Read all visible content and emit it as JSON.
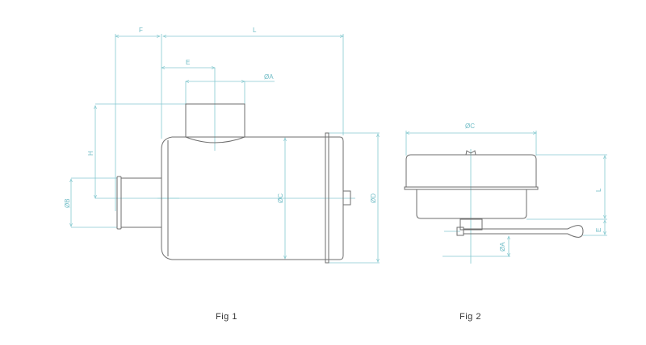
{
  "colors": {
    "dimension": "#86c9d0",
    "outline": "#6e6e6e"
  },
  "fig1": {
    "caption": "Fig 1",
    "labels": {
      "F": "F",
      "L": "L",
      "E": "E",
      "A": "ØA",
      "H": "H",
      "B": "ØB",
      "C": "ØC",
      "D": "ØD"
    }
  },
  "fig2": {
    "caption": "Fig 2",
    "labels": {
      "C": "ØC",
      "L": "L",
      "E": "E",
      "A": "ØA"
    }
  }
}
